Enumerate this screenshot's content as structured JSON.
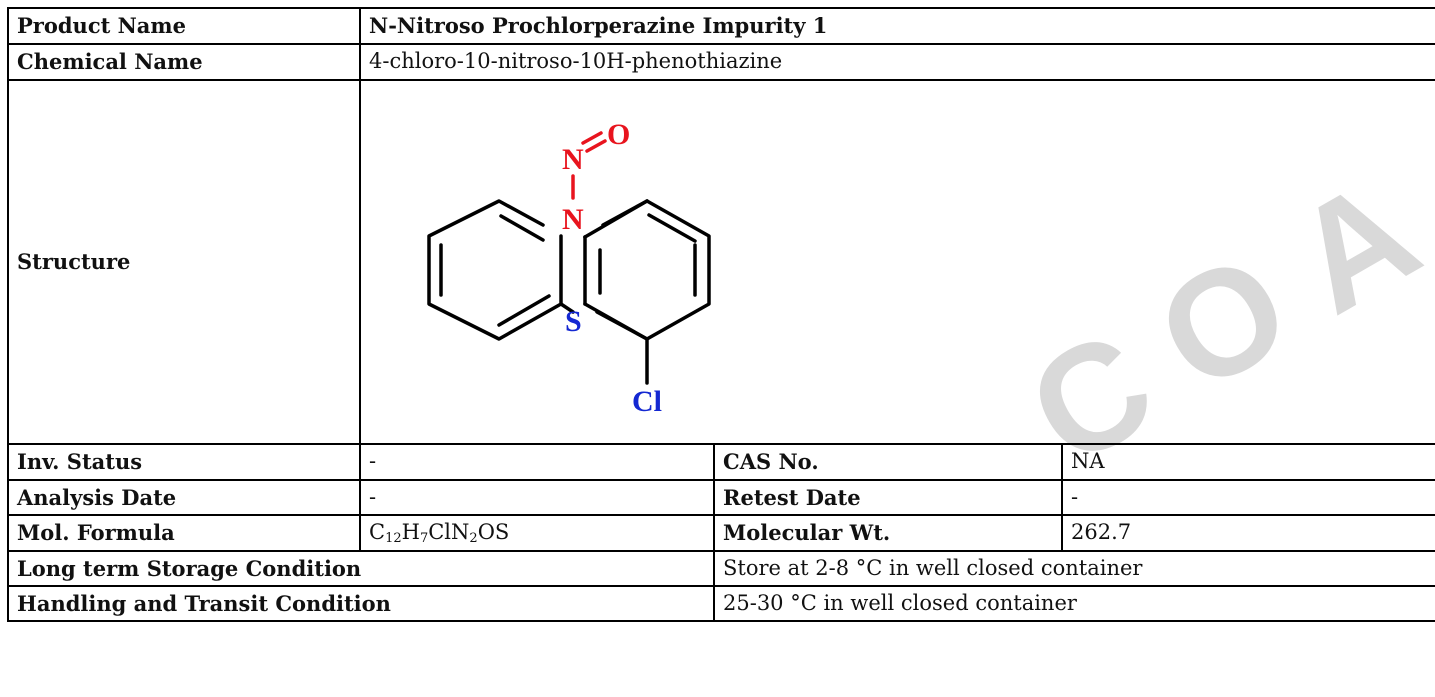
{
  "product_name": {
    "label": "Product Name",
    "value": "N-Nitroso Prochlorperazine Impurity 1"
  },
  "chemical_name": {
    "label": "Chemical Name",
    "value": "4-chloro-10-nitroso-10H-phenothiazine"
  },
  "structure": {
    "label": "Structure",
    "atoms": {
      "n_top": "N",
      "o": "O",
      "n_ring": "N",
      "s": "S",
      "cl": "Cl"
    },
    "colors": {
      "nitrogen_oxygen": "#e8141e",
      "sulfur_chlorine": "#1428d2",
      "bond": "#000000"
    }
  },
  "inv_status": {
    "label": "Inv. Status",
    "value": "-"
  },
  "cas_no": {
    "label": "CAS No.",
    "value": "NA"
  },
  "analysis_date": {
    "label": "Analysis Date",
    "value": "-"
  },
  "retest_date": {
    "label": "Retest Date",
    "value": "-"
  },
  "mol_formula": {
    "label": "Mol. Formula",
    "parts": [
      "C",
      "12",
      "H",
      "7",
      "ClN",
      "2",
      "OS"
    ]
  },
  "molecular_wt": {
    "label": "Molecular Wt.",
    "value": "262.7"
  },
  "long_term_storage": {
    "label": "Long term Storage Condition",
    "value": "Store at 2-8 °C in well closed container"
  },
  "handling_transit": {
    "label": "Handling and Transit Condition",
    "value": "25-30 °C in well closed container"
  },
  "watermark": {
    "text": "COA",
    "color": "#d9d9d9"
  }
}
